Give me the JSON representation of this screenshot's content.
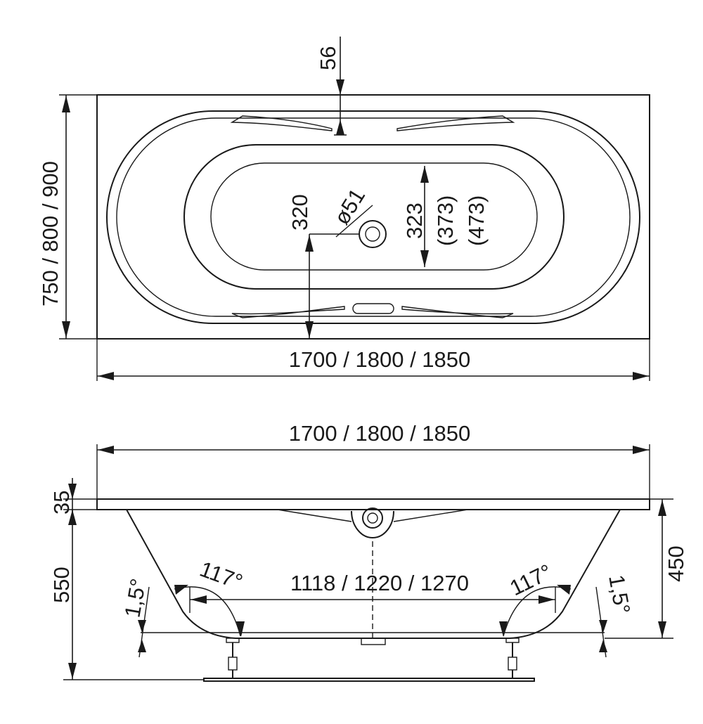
{
  "top_view": {
    "overall_length": "1700 / 1800 / 1850",
    "overall_width": "750 / 800 / 900",
    "rim_offset": "56",
    "drain_offset": "320",
    "drain_diameter": "ø51",
    "inner_width_1": "323",
    "inner_width_2": "(373)",
    "inner_width_3": "(473)"
  },
  "side_view": {
    "overall_length": "1700 / 1800 / 1850",
    "rim_thickness": "35",
    "total_height": "550",
    "tub_height": "450",
    "bottom_length": "1118 / 1220 / 1270",
    "angle_left": "117°",
    "angle_right": "117°",
    "slope_left": "1,5°",
    "slope_right": "1,5°"
  }
}
